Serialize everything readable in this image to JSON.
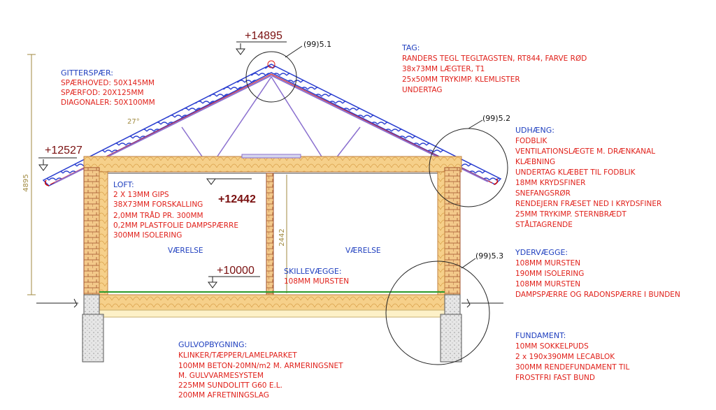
{
  "levels": {
    "ridge": "+14895",
    "eaves": "+12527",
    "ceiling": "+12442",
    "floor": "+10000"
  },
  "details": {
    "ridge": "(99)5.1",
    "eaves": "(99)5.2",
    "foundation": "(99)5.3"
  },
  "dimensions": {
    "total_height": "4895",
    "room_height": "2442",
    "roof_angle": "27°"
  },
  "rooms": [
    "VÆRELSE",
    "VÆRELSE"
  ],
  "notes": {
    "gitterspaer": {
      "head": "GITTERSPÆR:",
      "lines": [
        "SPÆRHOVED: 50X145MM",
        "SPÆRFOD: 20X125MM",
        "DIAGONALER: 50X100MM"
      ]
    },
    "tag": {
      "head": "TAG:",
      "lines": [
        "RANDERS TEGL TEGLTAGSTEN, RT844, FARVE RØD",
        "38x73MM LÆGTER, T1",
        "25x50MM TRYKIMP. KLEMLISTER",
        "UNDERTAG"
      ]
    },
    "udhaeng": {
      "head": "UDHÆNG:",
      "lines": [
        "FODBLIK",
        "VENTILATIONSLÆGTE M. DRÆNKANAL",
        "KLÆBNING",
        "UNDERTAG KLÆBET TIL FODBLIK",
        "18MM KRYDSFINER",
        "SNEFANGSRØR",
        "RENDEJERN FRÆSET NED I KRYDSFINER",
        "25MM TRYKIMP. STERNBRÆDT",
        "STÅLTAGRENDE"
      ]
    },
    "loft": {
      "head": "LOFT:",
      "lines": [
        "2 X 13MM GIPS",
        "38X73MM FORSKALLING",
        "2,0MM TRÅD PR. 300MM",
        "0,2MM PLASTFOLIE DAMPSPÆRRE",
        "300MM ISOLERING"
      ]
    },
    "skillevaegge": {
      "head": "SKILLEVÆGGE:",
      "lines": [
        "108MM MURSTEN"
      ]
    },
    "ydervaegge": {
      "head": "YDERVÆGGE:",
      "lines": [
        "108MM MURSTEN",
        "190MM ISOLERING",
        "108MM MURSTEN",
        "DAMPSPÆRRE OG RADONSPÆRRE I BUNDEN"
      ]
    },
    "gulvopbygning": {
      "head": "GULVOPBYGNING:",
      "lines": [
        "KLINKER/TÆPPER/LAMELPARKET",
        "100MM BETON-20MN/m2 M. ARMERINGSNET",
        "M. GULVVARMESYSTEM",
        "225MM SUNDOLITT G60 E.L.",
        "200MM AFRETNINGSLAG"
      ]
    },
    "fundament": {
      "head": "FUNDAMENT:",
      "lines": [
        "10MM SOKKELPUDS",
        "2 x 190x390MM LECABLOK",
        "300MM RENDEFUNDAMENT TIL",
        "FROSTFRI FAST BUND"
      ]
    }
  },
  "colors": {
    "note_heading": "#1f3fbf",
    "note_text": "#e0201a",
    "level_text": "#7a1010",
    "insulation": "#f6d08a",
    "tiles": "#2b3fd0",
    "truss": "#8a6fcf"
  }
}
